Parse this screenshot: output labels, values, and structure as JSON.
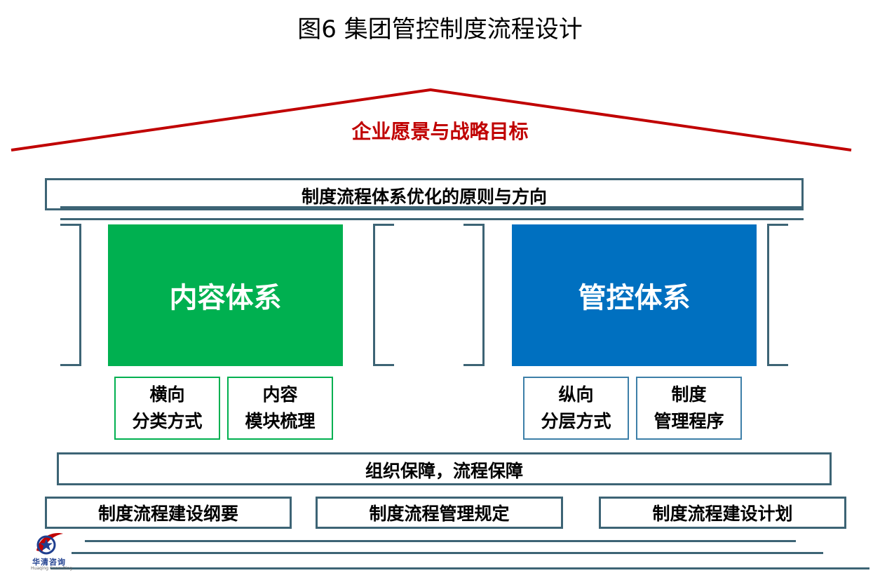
{
  "title": "图6  集团管控制度流程设计",
  "roof": {
    "label": "企业愿景与战略目标",
    "color": "#c00000"
  },
  "principle": {
    "label": "制度流程体系优化的原则与方向"
  },
  "content_system": {
    "label": "内容体系",
    "color": "#00b050",
    "subs": [
      {
        "line1": "横向",
        "line2": "分类方式"
      },
      {
        "line1": "内容",
        "line2": "模块梳理"
      }
    ]
  },
  "control_system": {
    "label": "管控体系",
    "color": "#0070c0",
    "subs": [
      {
        "line1": "纵向",
        "line2": "分层方式"
      },
      {
        "line1": "制度",
        "line2": "管理程序"
      }
    ]
  },
  "support": {
    "label": "组织保障，流程保障"
  },
  "docs": [
    {
      "label": "制度流程建设纲要"
    },
    {
      "label": "制度流程管理规定"
    },
    {
      "label": "制度流程建设计划"
    }
  ],
  "logo": {
    "name": "华清咨询",
    "subtitle": "Huaqing Consulting"
  }
}
